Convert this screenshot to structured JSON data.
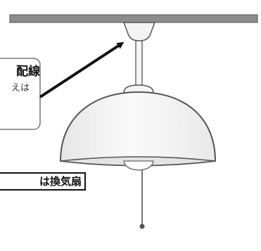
{
  "callout": {
    "title": "配線",
    "subtitle": "えは"
  },
  "label": {
    "text": "は換気扇"
  },
  "colors": {
    "ceiling_bar": "#8a8a8a",
    "outline": "#444444",
    "shade_fill": "#f3f3f3",
    "arrow": "#111111",
    "accent_text": "#111111"
  },
  "icons": {
    "callout_arrow": "arrow-icon",
    "lamp": "pendant-lamp-icon"
  }
}
